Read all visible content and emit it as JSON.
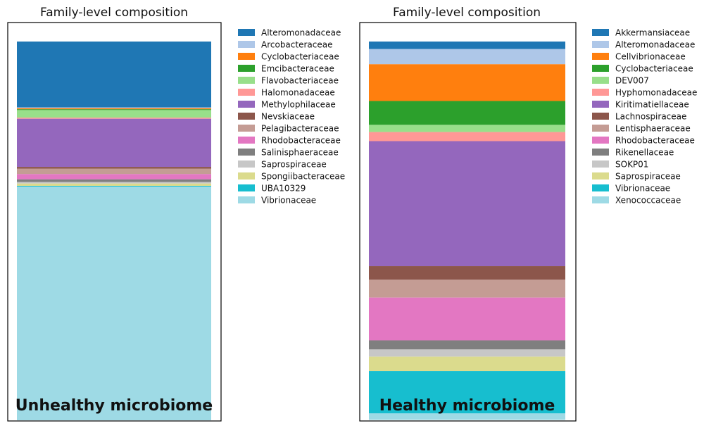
{
  "chart_data": [
    {
      "type": "bar",
      "stacked": true,
      "orientation": "vertical",
      "title": "Family-level composition",
      "annotation": "Unhealthy microbiome",
      "categories": [
        "Unhealthy microbiome"
      ],
      "ylim": [
        0,
        1
      ],
      "grid": false,
      "axes_visible": false,
      "legend_position": "outside-right",
      "series": [
        {
          "name": "Alteromonadaceae",
          "values": [
            0.174
          ],
          "color": "#1f77b4"
        },
        {
          "name": "Arcobacteraceae",
          "values": [
            0.002
          ],
          "color": "#aec7e8"
        },
        {
          "name": "Cyclobacteriaceae",
          "values": [
            0.003
          ],
          "color": "#ff7f0e"
        },
        {
          "name": "Emcibacteraceae",
          "values": [
            0.002
          ],
          "color": "#2ca02c"
        },
        {
          "name": "Flavobacteriaceae",
          "values": [
            0.02
          ],
          "color": "#98df8a"
        },
        {
          "name": "Halomonadaceae",
          "values": [
            0.003
          ],
          "color": "#ff9896"
        },
        {
          "name": "Methylophilaceae",
          "values": [
            0.127
          ],
          "color": "#9467bd"
        },
        {
          "name": "Nevskiaceae",
          "values": [
            0.005
          ],
          "color": "#8c564b"
        },
        {
          "name": "Pelagibacteraceae",
          "values": [
            0.014
          ],
          "color": "#c49c94"
        },
        {
          "name": "Rhodobacteraceae",
          "values": [
            0.014
          ],
          "color": "#e377c2"
        },
        {
          "name": "Salinisphaeraceae",
          "values": [
            0.007
          ],
          "color": "#7f7f7f"
        },
        {
          "name": "Saprospiraceae",
          "values": [
            0.004
          ],
          "color": "#c7c7c7"
        },
        {
          "name": "Spongiibacteraceae",
          "values": [
            0.006
          ],
          "color": "#dbdb8d"
        },
        {
          "name": "UBA10329",
          "values": [
            0.002
          ],
          "color": "#17becf"
        },
        {
          "name": "Vibrionaceae",
          "values": [
            0.617
          ],
          "color": "#9edae5"
        }
      ]
    },
    {
      "type": "bar",
      "stacked": true,
      "orientation": "vertical",
      "title": "Family-level composition",
      "annotation": "Healthy microbiome",
      "categories": [
        "Healthy microbiome"
      ],
      "ylim": [
        0,
        1
      ],
      "grid": false,
      "axes_visible": false,
      "legend_position": "outside-right",
      "series": [
        {
          "name": "Akkermansiaceae",
          "values": [
            0.02
          ],
          "color": "#1f77b4"
        },
        {
          "name": "Alteromonadaceae",
          "values": [
            0.04
          ],
          "color": "#aec7e8"
        },
        {
          "name": "Cellvibrionaceae",
          "values": [
            0.097
          ],
          "color": "#ff7f0e"
        },
        {
          "name": "Cyclobacteriaceae",
          "values": [
            0.063
          ],
          "color": "#2ca02c"
        },
        {
          "name": "DEV007",
          "values": [
            0.019
          ],
          "color": "#98df8a"
        },
        {
          "name": "Hyphomonadaceae",
          "values": [
            0.024
          ],
          "color": "#ff9896"
        },
        {
          "name": "Kiritimatiellaceae",
          "values": [
            0.33
          ],
          "color": "#9467bd"
        },
        {
          "name": "Lachnospiraceae",
          "values": [
            0.036
          ],
          "color": "#8c564b"
        },
        {
          "name": "Lentisphaeraceae",
          "values": [
            0.047
          ],
          "color": "#c49c94"
        },
        {
          "name": "Rhodobacteraceae",
          "values": [
            0.113
          ],
          "color": "#e377c2"
        },
        {
          "name": "Rikenellaceae",
          "values": [
            0.024
          ],
          "color": "#7f7f7f"
        },
        {
          "name": "SOKP01",
          "values": [
            0.019
          ],
          "color": "#c7c7c7"
        },
        {
          "name": "Saprospiraceae",
          "values": [
            0.038
          ],
          "color": "#dbdb8d"
        },
        {
          "name": "Vibrionaceae",
          "values": [
            0.112
          ],
          "color": "#17becf"
        },
        {
          "name": "Xenococcaceae",
          "values": [
            0.017
          ],
          "color": "#9edae5"
        }
      ]
    }
  ]
}
